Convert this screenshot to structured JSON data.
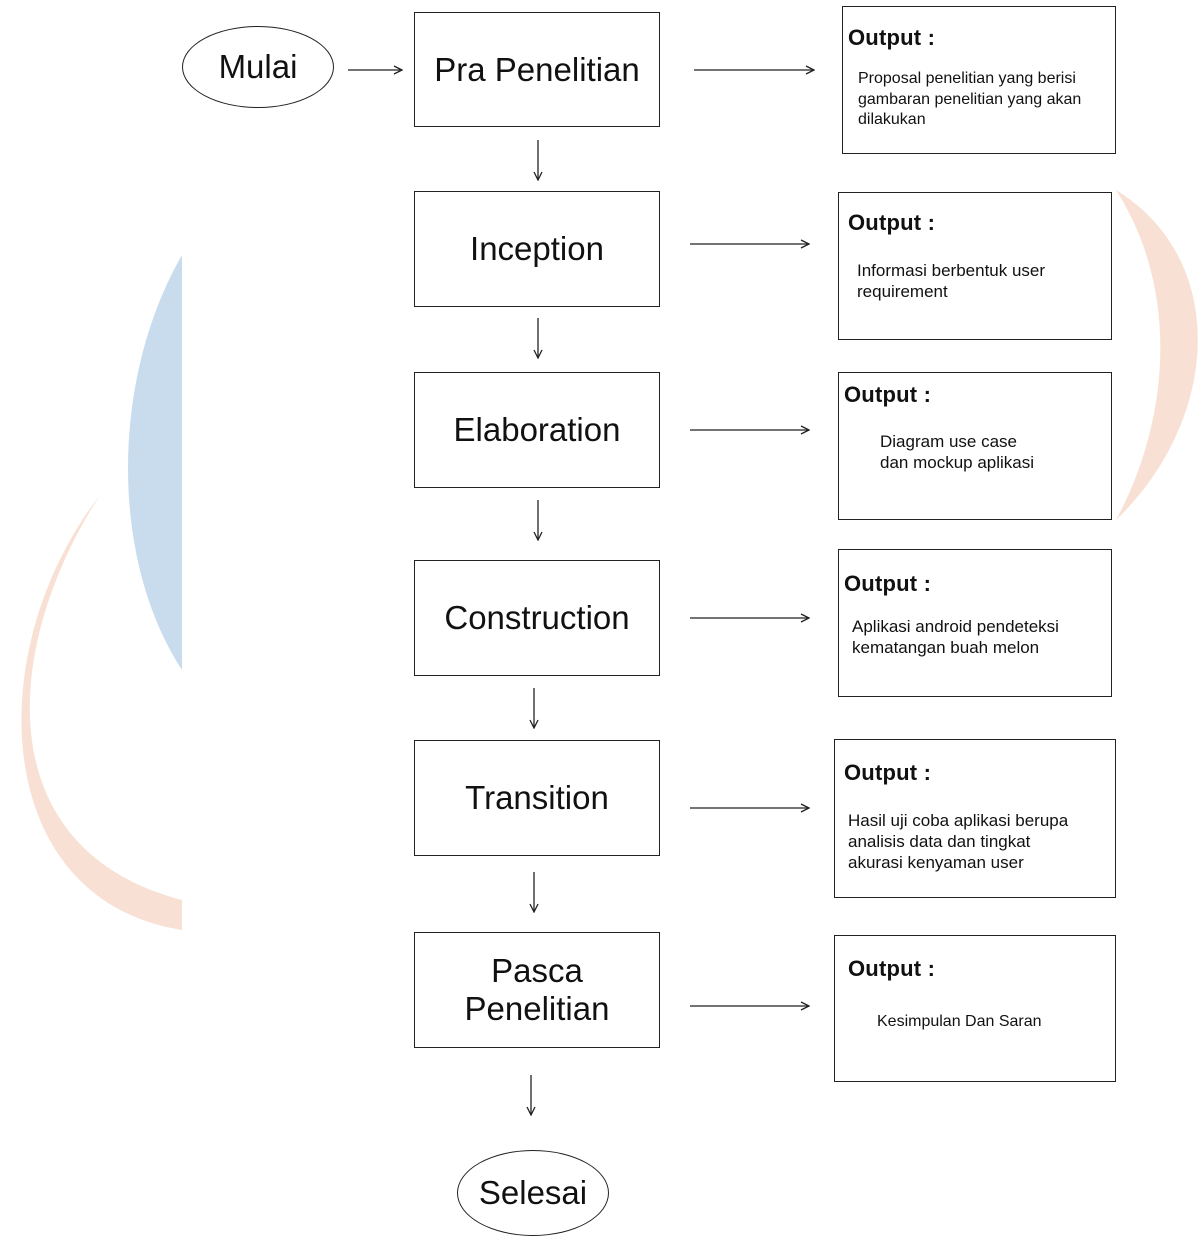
{
  "start_label": "Mulai",
  "end_label": "Selesai",
  "steps": [
    {
      "label": "Pra Penelitian",
      "output_heading": "Output :",
      "output_text": "Proposal penelitian  yang berisi\ngambaran penelitian yang akan\ndilakukan"
    },
    {
      "label": "Inception",
      "output_heading": "Output :",
      "output_text": "Informasi berbentuk user\nrequirement"
    },
    {
      "label": "Elaboration",
      "output_heading": "Output :",
      "output_text": "Diagram use case\ndan mockup aplikasi"
    },
    {
      "label": "Construction",
      "output_heading": "Output :",
      "output_text": "Aplikasi android  pendeteksi\nkematangan buah melon"
    },
    {
      "label": "Transition",
      "output_heading": "Output :",
      "output_text": "Hasil uji coba aplikasi berupa\nanalisis data dan tingkat\nakurasi kenyaman user"
    },
    {
      "label": "Pasca\nPenelitian",
      "output_heading": "Output :",
      "output_text": "Kesimpulan Dan Saran"
    }
  ],
  "colors": {
    "line": "#222222",
    "watermark_blue": "#c9dcee",
    "watermark_peach": "#f8e1d4"
  }
}
